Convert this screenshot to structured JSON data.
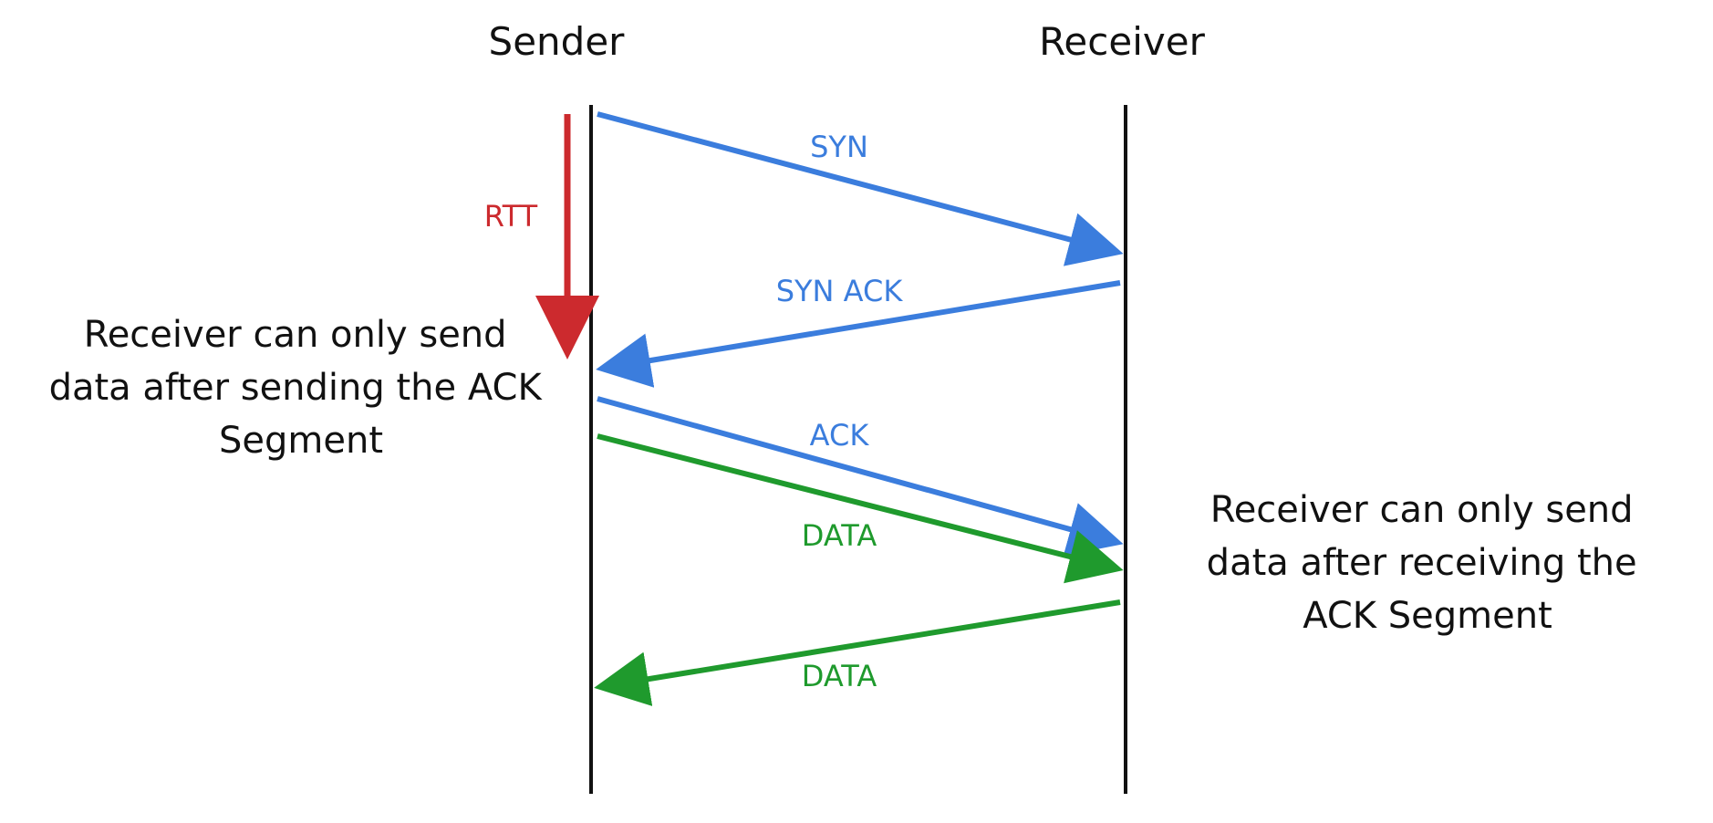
{
  "participants": {
    "sender": "Sender",
    "receiver": "Receiver"
  },
  "rtt_label": "RTT",
  "messages": {
    "syn": "SYN",
    "syn_ack": "SYN ACK",
    "ack": "ACK",
    "data_out": "DATA",
    "data_back": "DATA"
  },
  "notes": {
    "left": [
      "Receiver can only send",
      "data after sending the ACK",
      "Segment"
    ],
    "right": [
      "Receiver can only send",
      "data after receiving the",
      "ACK Segment"
    ]
  },
  "colors": {
    "handshake": "#3b7ddd",
    "data": "#1f9a2d",
    "rtt": "#cc2a2e",
    "lifeline": "#111111"
  }
}
